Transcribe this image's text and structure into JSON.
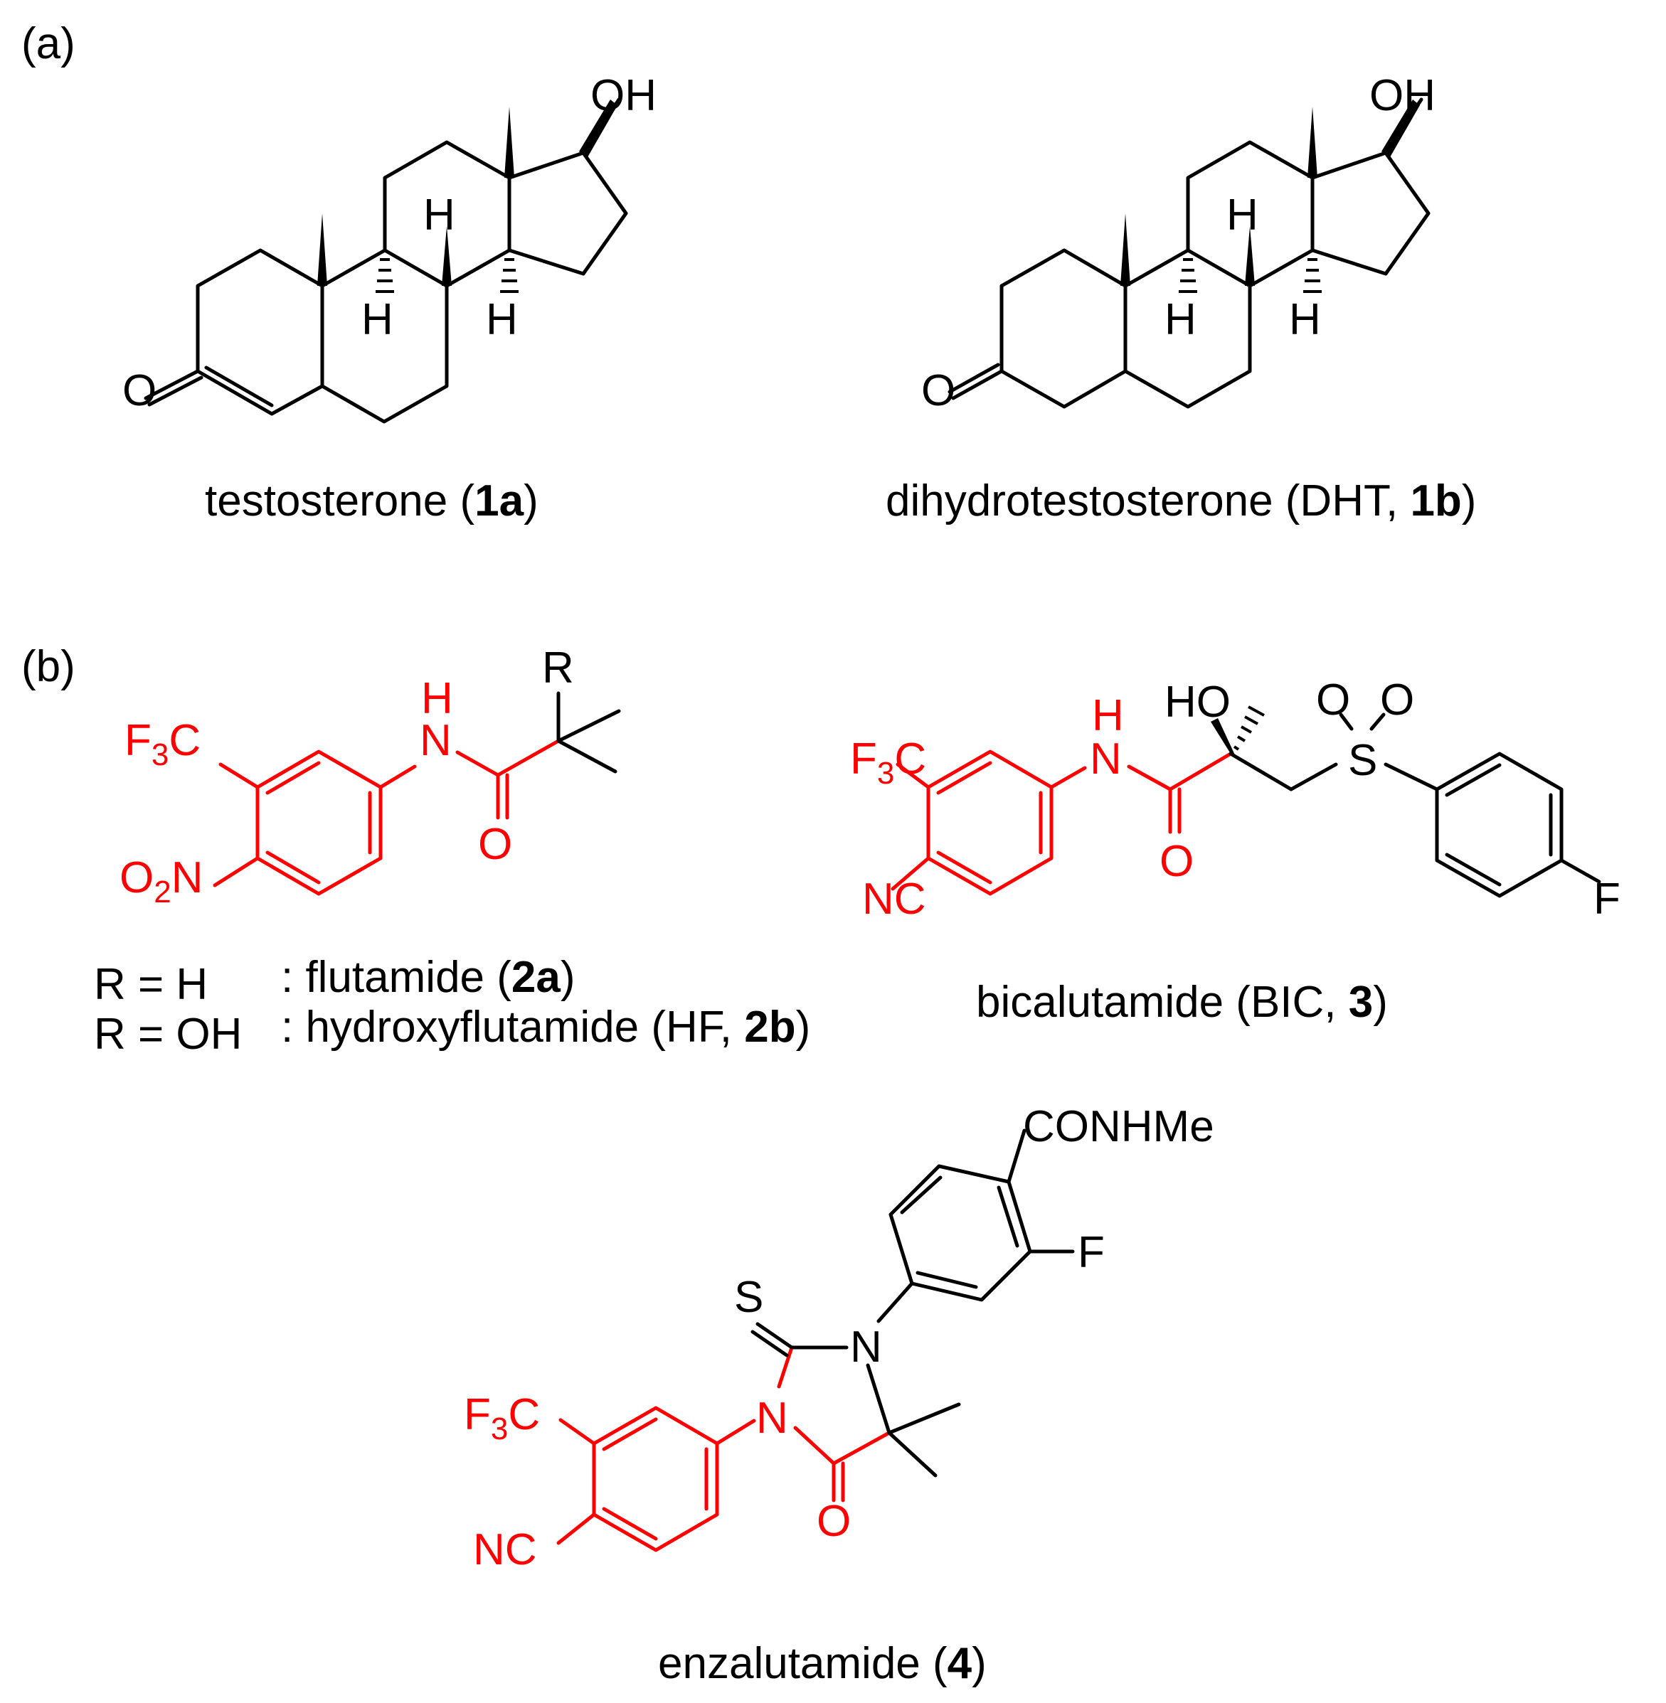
{
  "panels": {
    "a": "(a)",
    "b": "(b)"
  },
  "captions": {
    "testosterone": {
      "name": "testosterone (",
      "num": "1a",
      "close": ")"
    },
    "dht": {
      "name": "dihydrotestosterone (DHT, ",
      "num": "1b",
      "close": ")"
    },
    "flutamide": {
      "colon": ": ",
      "name": "flutamide (",
      "num": "2a",
      "close": ")"
    },
    "hydroxyflutamide": {
      "colon": ": ",
      "name": "hydroxyflutamide (HF, ",
      "num": "2b",
      "close": ")"
    },
    "bicalutamide": {
      "name": "bicalutamide (BIC, ",
      "num": "3",
      "close": ")"
    },
    "enzalutamide": {
      "name": "enzalutamide (",
      "num": "4",
      "close": ")"
    }
  },
  "r_defs": {
    "r_h": "R = H",
    "r_oh": "R = OH"
  },
  "atoms": {
    "oh": "OH",
    "o": "O",
    "h": "H",
    "n": "N",
    "r": "R",
    "ho": "HO",
    "s": "S",
    "f": "F",
    "nc": "NC",
    "f3c_f": "F",
    "f3c_3": "3",
    "f3c_c": "C",
    "o2n_o": "O",
    "o2n_2": "2",
    "o2n_n": "N",
    "conhme": "CONHMe"
  },
  "colors": {
    "bond": "#000000",
    "highlight": "#ff0000",
    "text": "#000000"
  }
}
